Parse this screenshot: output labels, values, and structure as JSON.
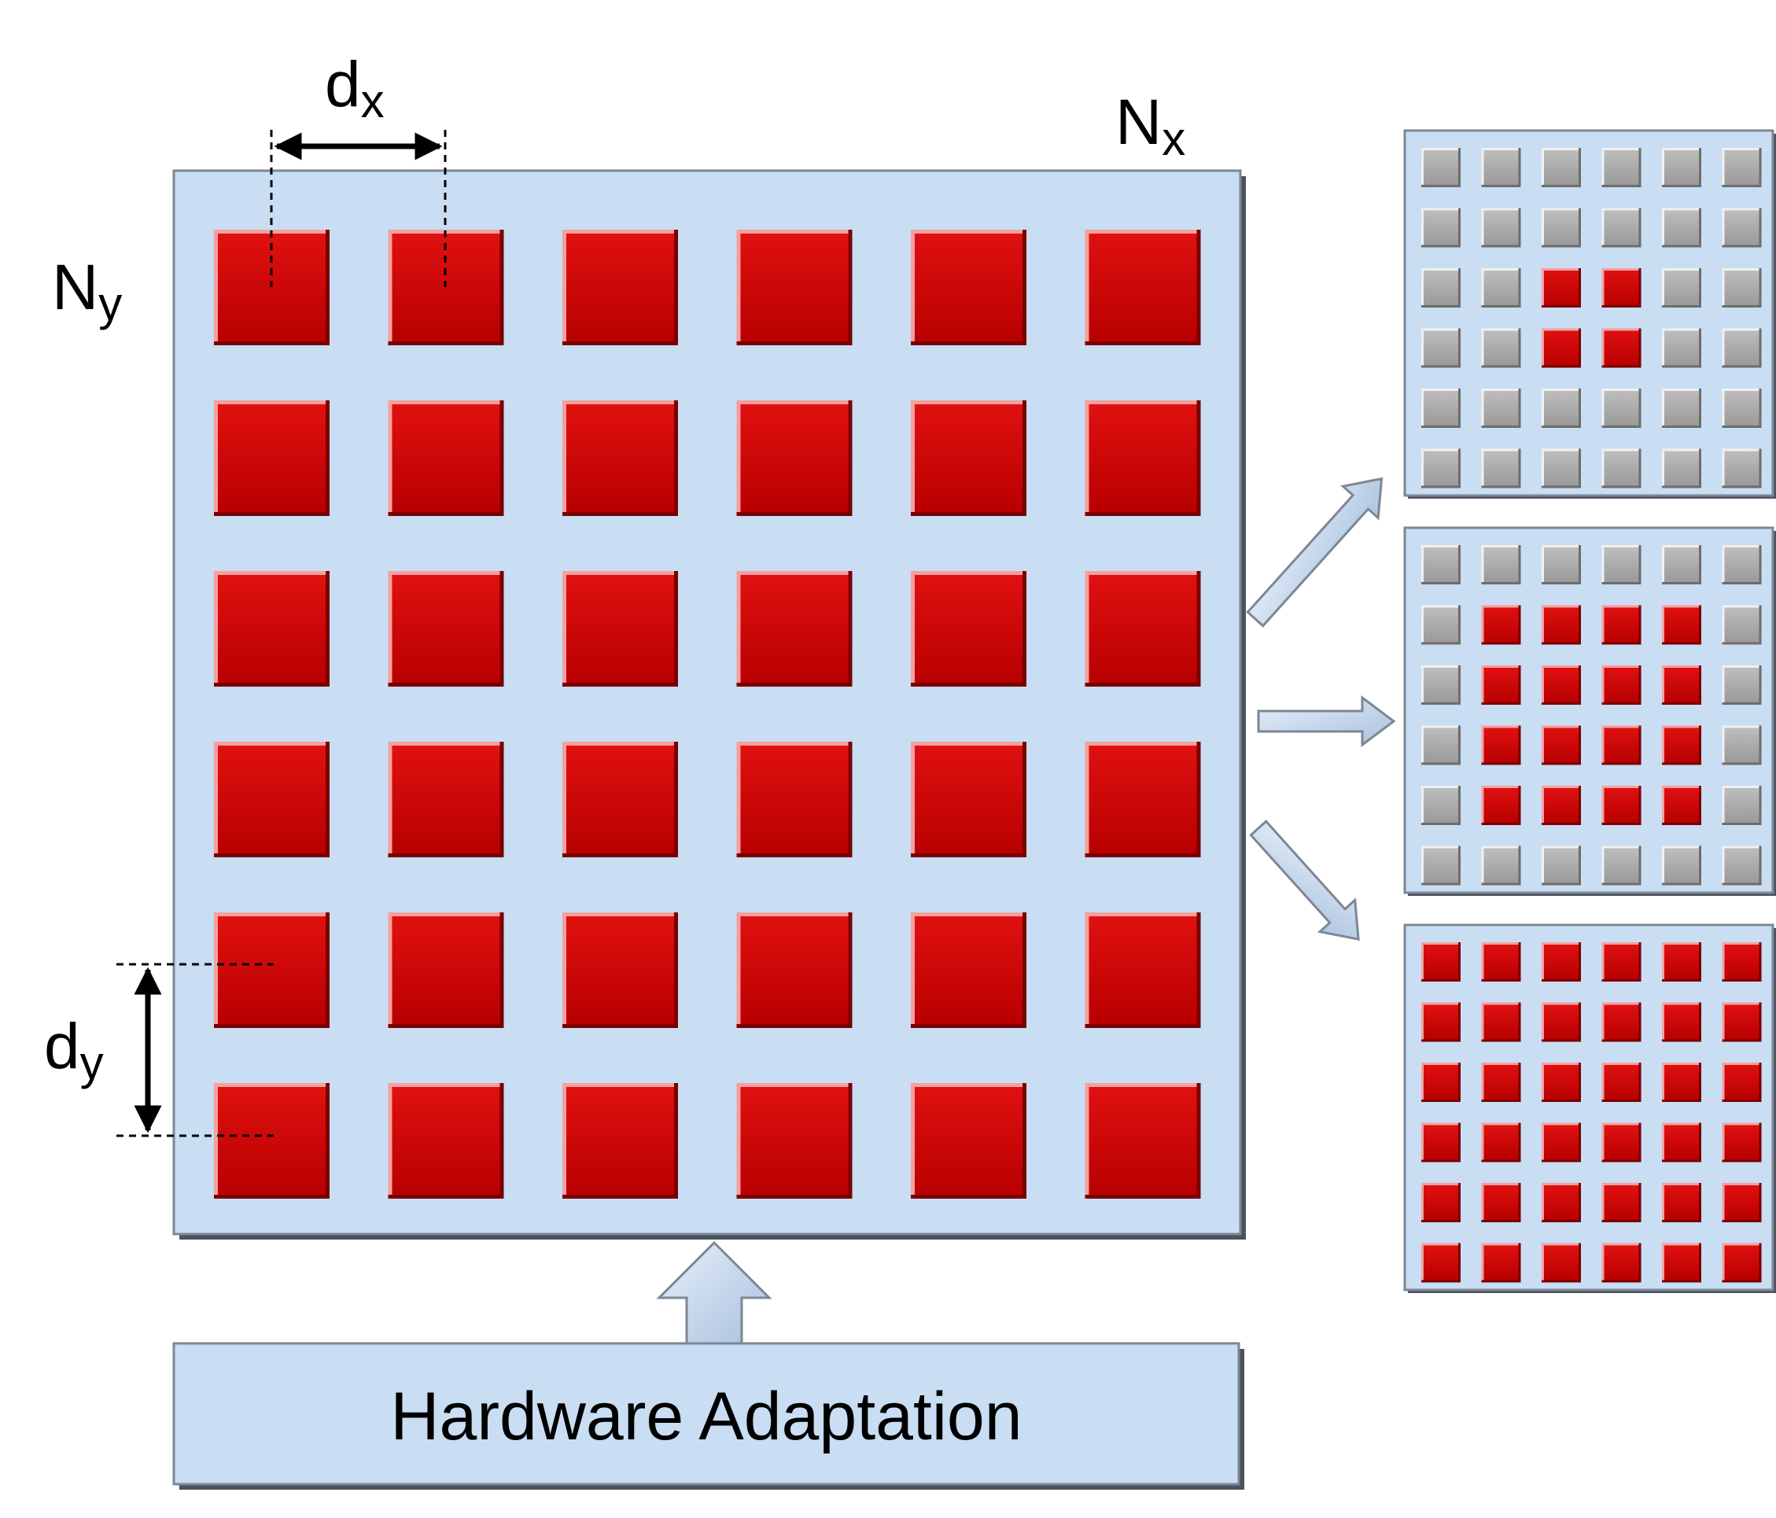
{
  "labels": {
    "dx_main": "d",
    "dx_sub": "x",
    "nx_main": "N",
    "nx_sub": "x",
    "ny_main": "N",
    "ny_sub": "y",
    "dy_main": "d",
    "dy_sub": "y"
  },
  "hardware_box": {
    "label": "Hardware Adaptation"
  },
  "main_array": {
    "rows": 6,
    "cols": 6
  },
  "colors": {
    "panel": "#c9ddf3",
    "panel_border": "#5d6673",
    "active": "#c90000",
    "inactive": "#a8a8a8",
    "arrow_fill": "#c9ddf3"
  },
  "subarray_patterns": [
    [
      [
        0,
        0,
        0,
        0,
        0,
        0
      ],
      [
        0,
        0,
        0,
        0,
        0,
        0
      ],
      [
        0,
        0,
        1,
        1,
        0,
        0
      ],
      [
        0,
        0,
        1,
        1,
        0,
        0
      ],
      [
        0,
        0,
        0,
        0,
        0,
        0
      ],
      [
        0,
        0,
        0,
        0,
        0,
        0
      ]
    ],
    [
      [
        0,
        0,
        0,
        0,
        0,
        0
      ],
      [
        0,
        1,
        1,
        1,
        1,
        0
      ],
      [
        0,
        1,
        1,
        1,
        1,
        0
      ],
      [
        0,
        1,
        1,
        1,
        1,
        0
      ],
      [
        0,
        1,
        1,
        1,
        1,
        0
      ],
      [
        0,
        0,
        0,
        0,
        0,
        0
      ]
    ],
    [
      [
        1,
        1,
        1,
        1,
        1,
        1
      ],
      [
        1,
        1,
        1,
        1,
        1,
        1
      ],
      [
        1,
        1,
        1,
        1,
        1,
        1
      ],
      [
        1,
        1,
        1,
        1,
        1,
        1
      ],
      [
        1,
        1,
        1,
        1,
        1,
        1
      ],
      [
        1,
        1,
        1,
        1,
        1,
        1
      ]
    ]
  ]
}
